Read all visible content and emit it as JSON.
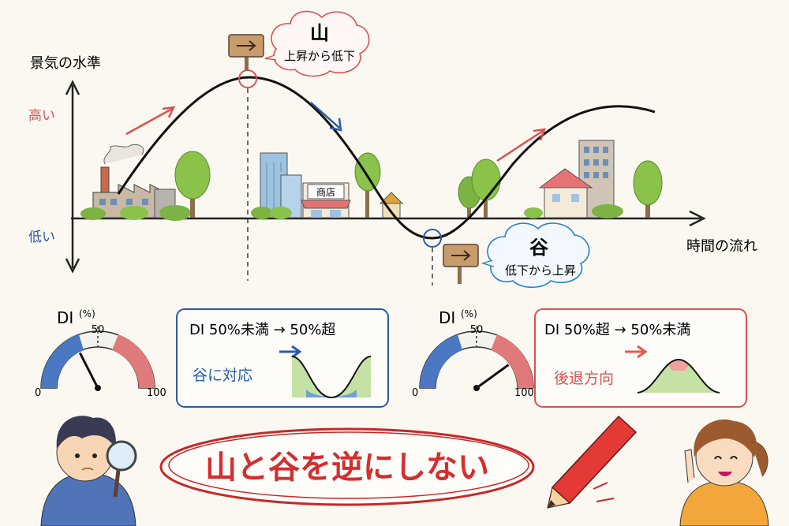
{
  "axes": {
    "y_title": "景気の水準",
    "y_high": "高い",
    "y_low": "低い",
    "x_title": "時間の流れ"
  },
  "peak": {
    "title": "山",
    "desc": "上昇から低下"
  },
  "trough": {
    "title": "谷",
    "desc": "低下から上昇"
  },
  "shop_sign": "商店",
  "left_gauge": {
    "title": "DI",
    "unit": "(%)",
    "scale_min": "0",
    "scale_mid": "50",
    "scale_max": "100",
    "needle_value": 35
  },
  "right_gauge": {
    "title": "DI",
    "unit": "(%)",
    "scale_min": "0",
    "scale_mid": "50",
    "scale_max": "100",
    "needle_value": 80
  },
  "box_trough": {
    "rule": "DI 50%未満 → 50%超",
    "caption": "谷に対応"
  },
  "box_peak": {
    "rule": "DI 50%超 → 50%未満",
    "caption": "後退方向"
  },
  "banner": "山と谷を逆にしない",
  "colors": {
    "red": "#d9534f",
    "blue": "#2a5aa8",
    "green": "#8bc34a",
    "ink": "#1a1a1a"
  }
}
